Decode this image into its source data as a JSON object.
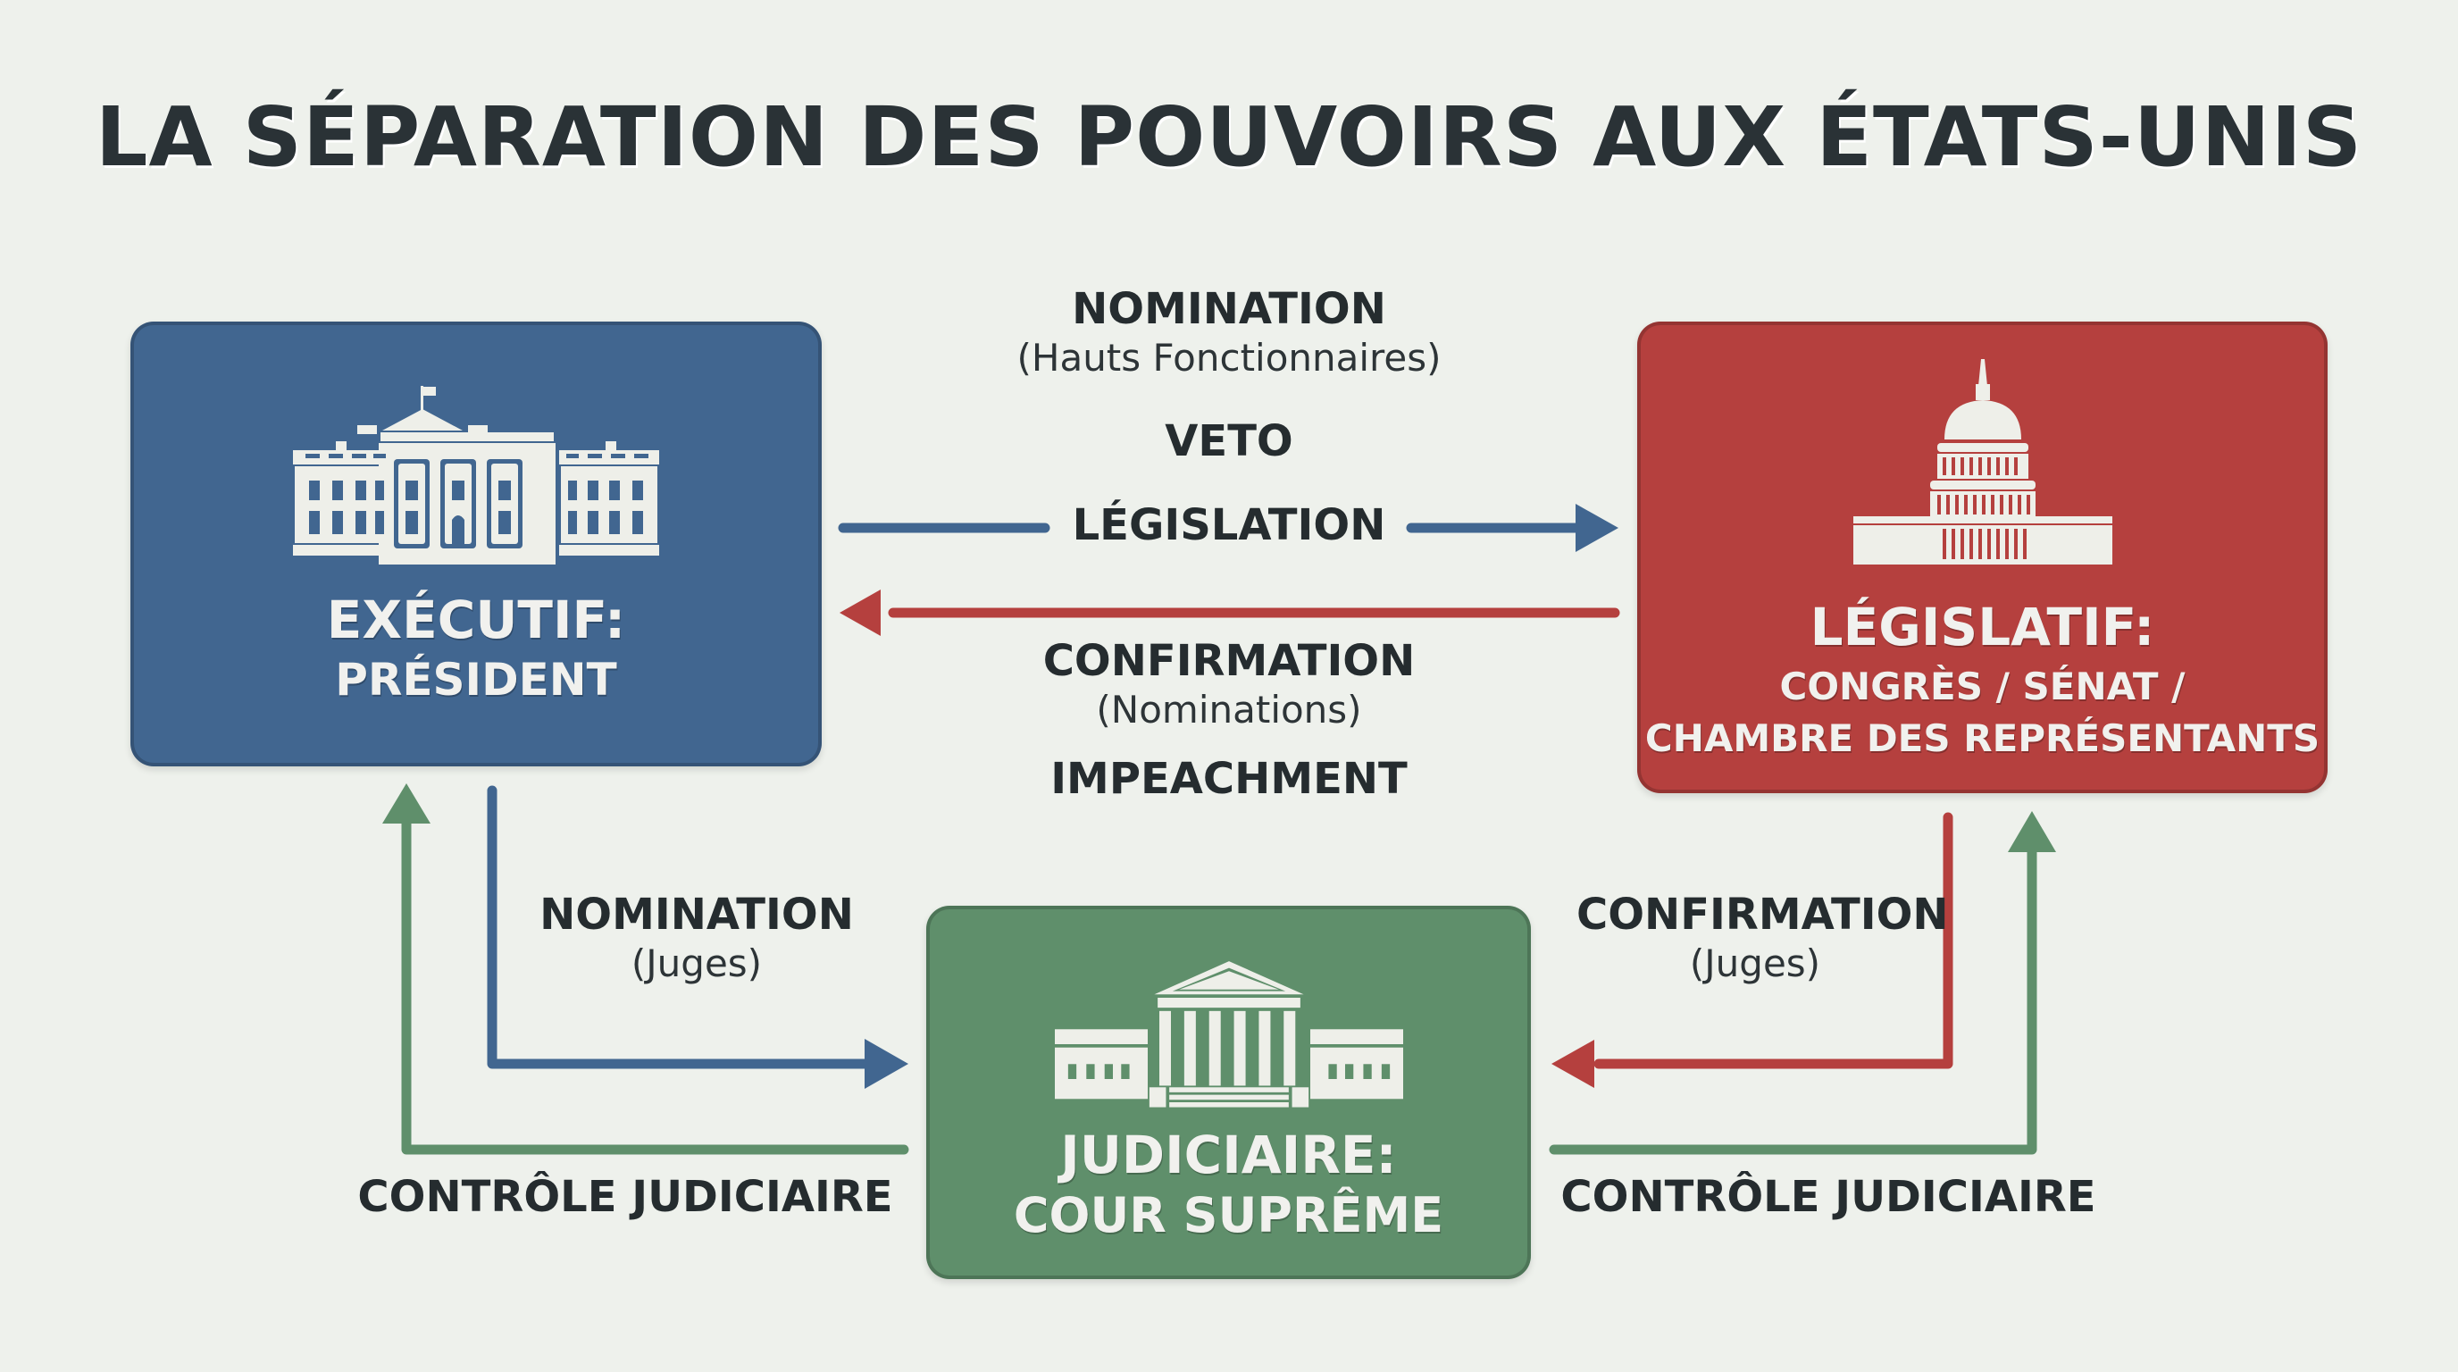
{
  "title": "LA SÉPARATION DES POUVOIRS AUX ÉTATS-UNIS",
  "colors": {
    "background": "#eef1ec",
    "executive": "#416690",
    "legislative": "#b5403e",
    "judicial": "#5f8f6b",
    "text": "#252c2f"
  },
  "branches": {
    "executive": {
      "icon": "white-house-icon",
      "heading": "EXÉCUTIF:",
      "sub": "PRÉSIDENT"
    },
    "legislative": {
      "icon": "capitol-icon",
      "heading": "LÉGISLATIF:",
      "sub_line1": "CONGRÈS / SÉNAT /",
      "sub_line2": "CHAMBRE DES REPRÉSENTANTS"
    },
    "judicial": {
      "icon": "supreme-court-icon",
      "heading": "JUDICIAIRE:",
      "sub": "COUR SUPRÊME"
    }
  },
  "relations": {
    "exec_to_legis": {
      "nomination": "NOMINATION",
      "nomination_detail": "(Hauts Fonctionnaires)",
      "veto": "VETO",
      "legislation": "LÉGISLATION",
      "color": "blue"
    },
    "legis_to_exec": {
      "confirmation": "CONFIRMATION",
      "confirmation_detail": "(Nominations)",
      "impeachment": "IMPEACHMENT",
      "color": "red"
    },
    "exec_to_jud": {
      "label": "NOMINATION",
      "detail": "(Juges)",
      "color": "blue"
    },
    "legis_to_jud": {
      "label": "CONFIRMATION",
      "detail": "(Juges)",
      "color": "red"
    },
    "jud_to_exec": {
      "label": "CONTRÔLE JUDICIAIRE",
      "color": "green"
    },
    "jud_to_legis": {
      "label": "CONTRÔLE JUDICIAIRE",
      "color": "green"
    }
  }
}
